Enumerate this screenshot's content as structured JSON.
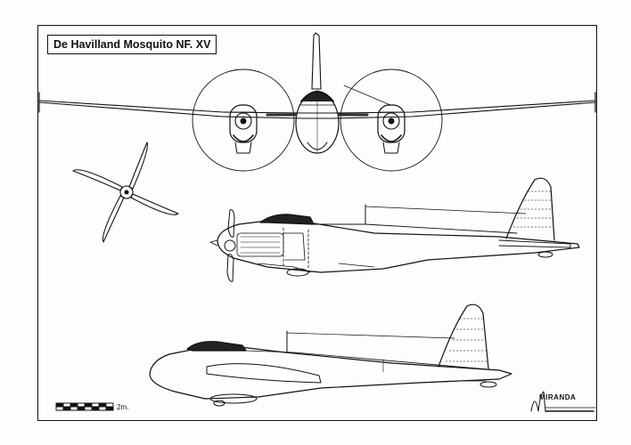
{
  "drawing": {
    "title": "De Havilland Mosquito NF. XV",
    "scale_label": "2m.",
    "signature": "MIRANDA"
  },
  "colors": {
    "ink": "#111111",
    "paper": "#fdfdfd"
  }
}
